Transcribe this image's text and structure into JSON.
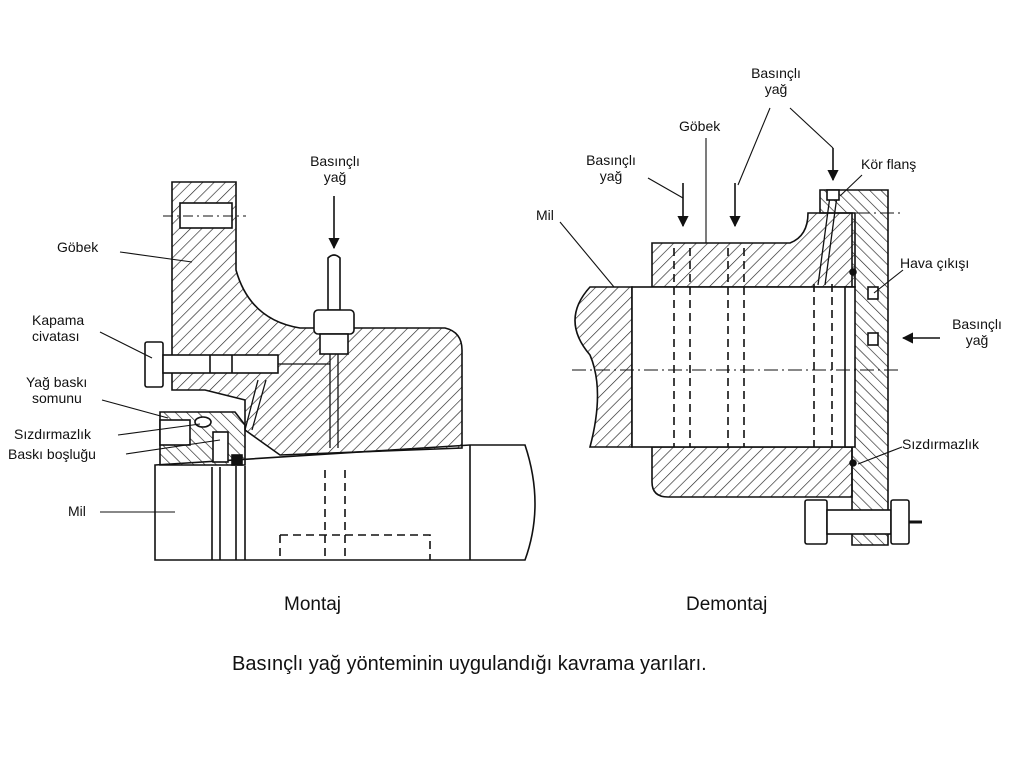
{
  "montaj": {
    "caption": "Montaj",
    "labels": {
      "pressure_oil_line1": "Basınçlı",
      "pressure_oil_line2": "yağ",
      "hub": "Göbek",
      "cover_bolt_line1": "Kapama",
      "cover_bolt_line2": "civatası",
      "pressure_nut_line1": "Yağ baskı",
      "pressure_nut_line2": "somunu",
      "seal": "Sızdırmazlık",
      "pressure_gap": "Baskı boşluğu",
      "shaft": "Mil"
    }
  },
  "demontaj": {
    "caption": "Demontaj",
    "labels": {
      "pressure_oil_top_line1": "Basınçlı",
      "pressure_oil_top_line2": "yağ",
      "hub": "Göbek",
      "pressure_oil_left_line1": "Basınçlı",
      "pressure_oil_left_line2": "yağ",
      "blind_flange": "Kör flanş",
      "shaft": "Mil",
      "air_outlet": "Hava çıkışı",
      "pressure_oil_right_line1": "Basınçlı",
      "pressure_oil_right_line2": "yağ",
      "seal": "Sızdırmazlık"
    }
  },
  "figure_title": "Basınçlı yağ yönteminin uygulandığı kavrama yarıları."
}
